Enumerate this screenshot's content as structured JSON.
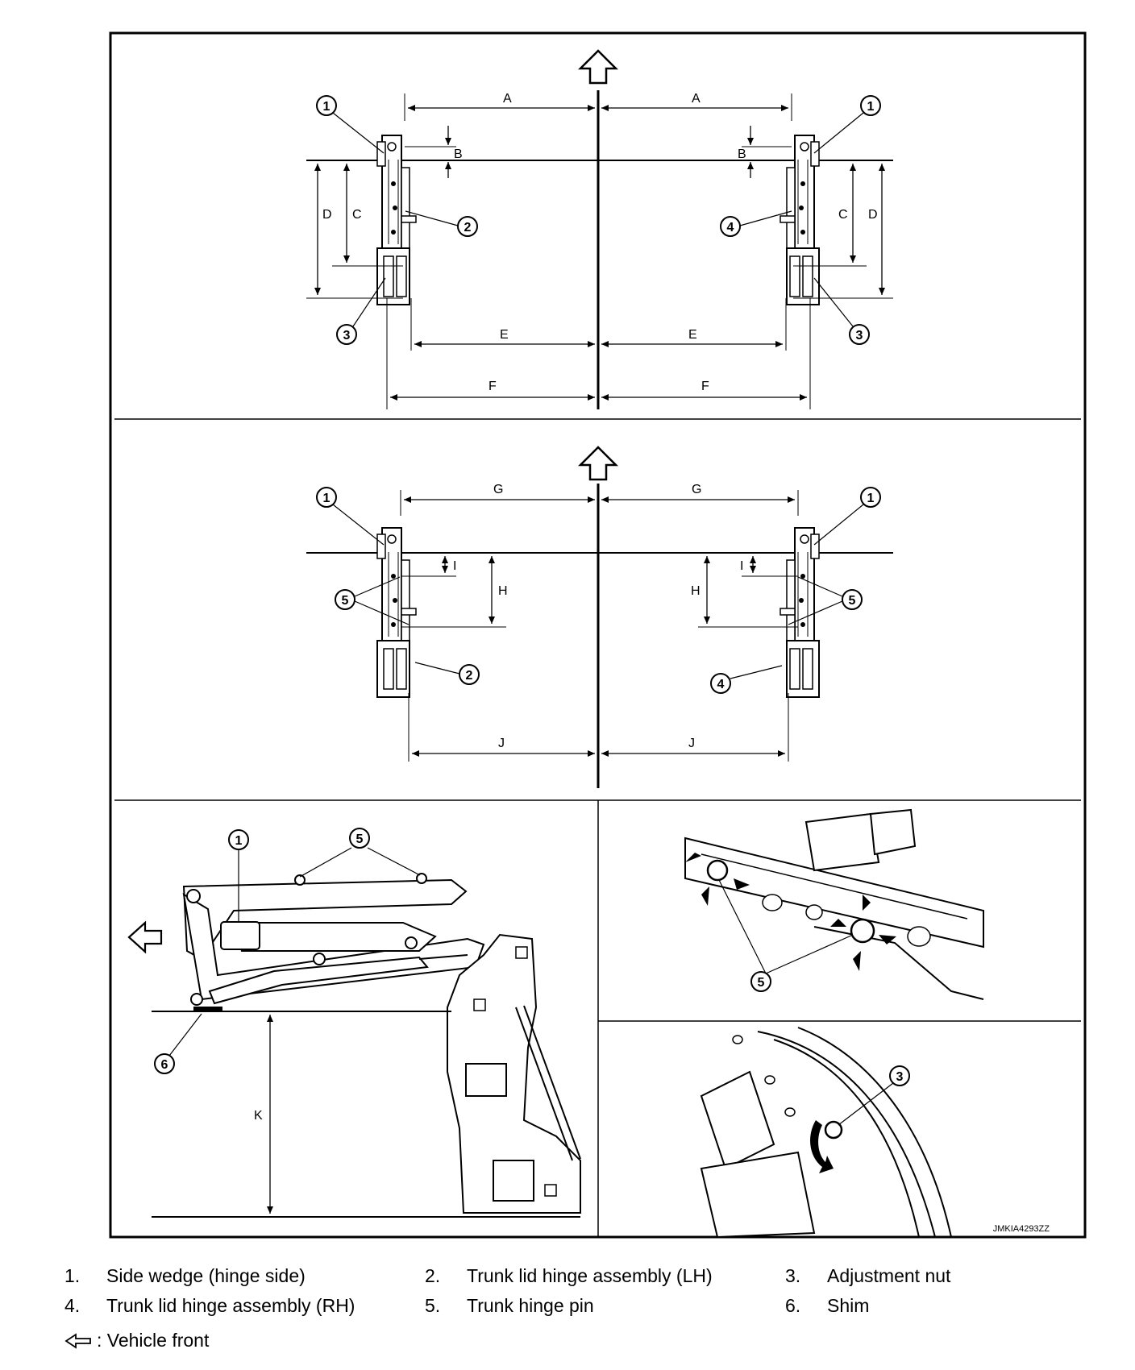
{
  "figure_id": "JMKIA4293ZZ",
  "dimension_labels": {
    "A": "A",
    "B": "B",
    "C": "C",
    "D": "D",
    "E": "E",
    "F": "F",
    "G": "G",
    "H": "H",
    "I": "I",
    "J": "J",
    "K": "K"
  },
  "callouts": {
    "n1": "1",
    "n2": "2",
    "n3": "3",
    "n4": "4",
    "n5": "5",
    "n6": "6"
  },
  "legend": [
    {
      "num": "1.",
      "text": "Side wedge (hinge side)"
    },
    {
      "num": "2.",
      "text": "Trunk lid hinge assembly (LH)"
    },
    {
      "num": "3.",
      "text": "Adjustment nut"
    },
    {
      "num": "4.",
      "text": "Trunk lid hinge assembly (RH)"
    },
    {
      "num": "5.",
      "text": "Trunk hinge pin"
    },
    {
      "num": "6.",
      "text": "Shim"
    }
  ],
  "front_note": ": Vehicle front",
  "icons": {
    "front_arrow": "hollow-arrow-icon",
    "rotate_arrow": "curved-arrow-icon",
    "move_arrow": "solid-arrow-icon"
  }
}
